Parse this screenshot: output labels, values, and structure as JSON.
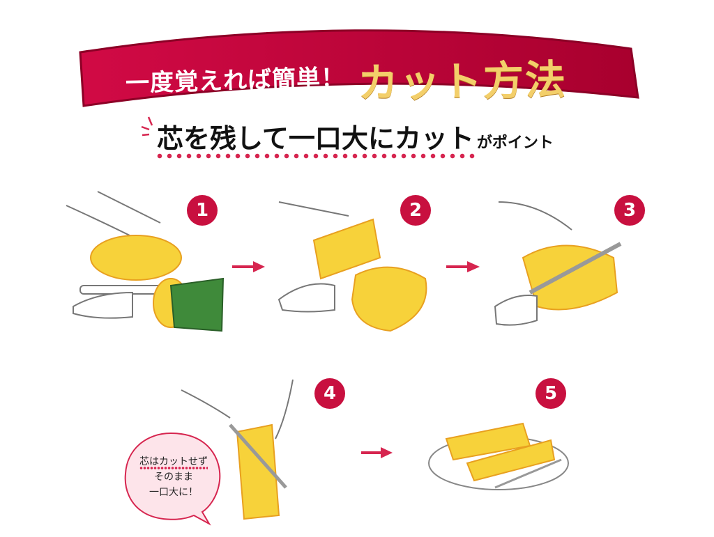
{
  "banner": {
    "lead": "一度覚えれば簡単！",
    "main": "カット方法"
  },
  "subtitle": {
    "main": "芯を残して一口大にカット",
    "tail": "がポイント"
  },
  "steps": [
    {
      "number": "1"
    },
    {
      "number": "2"
    },
    {
      "number": "3"
    },
    {
      "number": "4"
    },
    {
      "number": "5"
    }
  ],
  "bubble": {
    "line1": "芯はカットせず",
    "line2": "そのまま",
    "line3": "一口大に！"
  },
  "colors": {
    "accent": "#c8103f",
    "gold": "#f3cf6a",
    "pineapple": "#f7d23a",
    "leaf": "#3f8a3a",
    "bubble": "#fde4ea"
  }
}
